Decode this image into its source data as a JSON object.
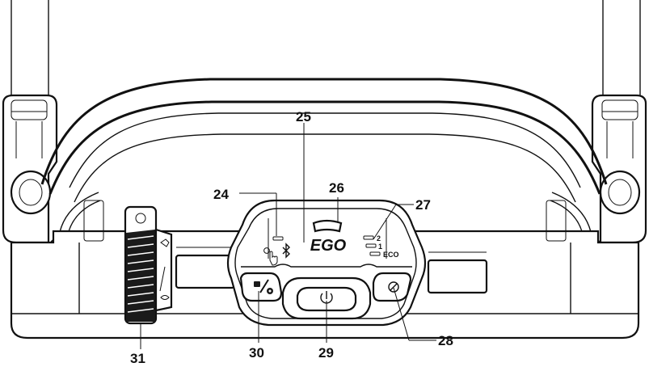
{
  "brand": {
    "logo_text": "EGO"
  },
  "panel": {
    "speed_labels": [
      "2",
      "1",
      "ECO"
    ]
  },
  "callouts": [
    {
      "id": "24",
      "label": "24"
    },
    {
      "id": "25",
      "label": "25"
    },
    {
      "id": "26",
      "label": "26"
    },
    {
      "id": "27",
      "label": "27"
    },
    {
      "id": "28",
      "label": "28"
    },
    {
      "id": "29",
      "label": "29"
    },
    {
      "id": "30",
      "label": "30"
    },
    {
      "id": "31",
      "label": "31"
    }
  ],
  "icons": [
    "bluetooth-icon",
    "touch-hand-icon",
    "power-icon",
    "key-icon",
    "drive-toggle-icon",
    "rear-bag-icon",
    "mulch-icon"
  ]
}
